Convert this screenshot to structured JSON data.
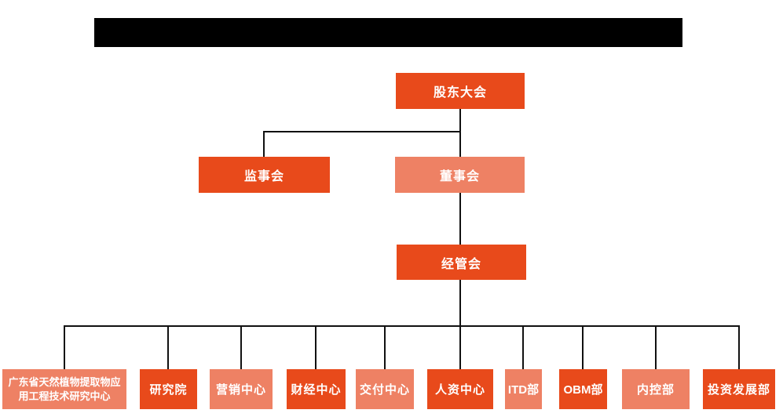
{
  "palette": {
    "primary": "#e84a1b",
    "secondary": "#ee8164",
    "line": "#111111",
    "text": "#ffffff",
    "redaction": "#000000"
  },
  "title_bar": {
    "type": "solid-black-redaction-bar",
    "color": "#000000"
  },
  "org": {
    "root": {
      "label": "股东大会",
      "variant": "primary"
    },
    "level2": [
      {
        "label": "监事会",
        "variant": "primary"
      },
      {
        "label": "董事会",
        "variant": "secondary"
      }
    ],
    "level3": {
      "label": "经管会",
      "variant": "primary"
    },
    "departments": [
      {
        "label": "广东省天然植物提取物应用工程技术研究中心",
        "variant": "secondary"
      },
      {
        "label": "研究院",
        "variant": "primary"
      },
      {
        "label": "营销中心",
        "variant": "secondary"
      },
      {
        "label": "财经中心",
        "variant": "primary"
      },
      {
        "label": "交付中心",
        "variant": "secondary"
      },
      {
        "label": "人资中心",
        "variant": "primary"
      },
      {
        "label": "ITD部",
        "variant": "secondary"
      },
      {
        "label": "OBM部",
        "variant": "primary"
      },
      {
        "label": "内控部",
        "variant": "secondary"
      },
      {
        "label": "投资发展部",
        "variant": "primary"
      }
    ]
  }
}
